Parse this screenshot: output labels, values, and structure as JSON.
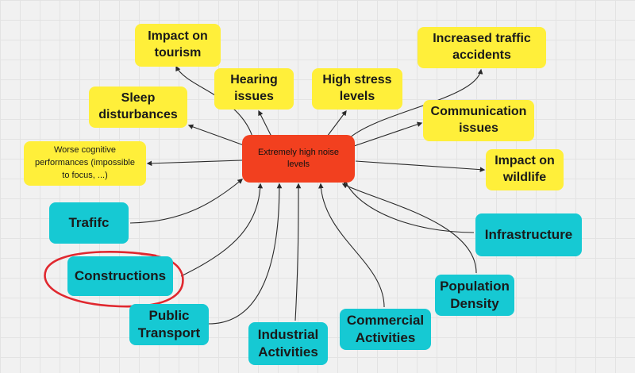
{
  "colors": {
    "effect_fill": "#ffef3a",
    "cause_fill": "#16c9d3",
    "center_fill": "#f2401f",
    "connector": "#2a2a2a",
    "highlight_ring": "#e0282f"
  },
  "diagram": {
    "center": "Extremely high noise levels",
    "effects": {
      "impact_on_tourism": "Impact on\ntourism",
      "hearing_issues": "Hearing\nissues",
      "high_stress_levels": "High stress\nlevels",
      "increased_traffic_accidents": "Increased traffic\naccidents",
      "sleep_disturbances": "Sleep\ndisturbances",
      "communication_issues": "Communication\nissues",
      "worse_cognitive_performances": "Worse cognitive\nperformances (impossible\nto focus, ...)",
      "impact_on_wildlife": "Impact on\nwildlife"
    },
    "causes": {
      "traffic": "Trafifc",
      "constructions": "Constructions",
      "public_transport": "Public\nTransport",
      "industrial_activities": "Industrial\nActivities",
      "commercial_activities": "Commercial\nActivities",
      "population_density": "Population\nDensity",
      "infrastructure": "Infrastructure"
    }
  }
}
